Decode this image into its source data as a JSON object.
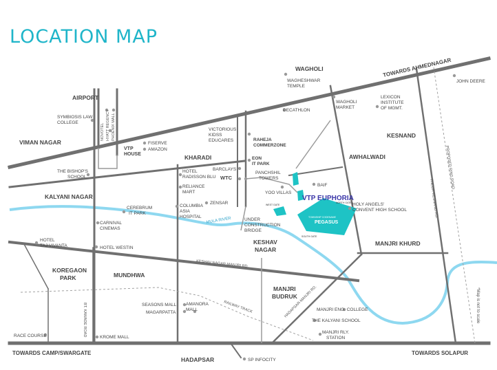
{
  "title": "LOCATION MAP",
  "footnote": "*Map is not to scale",
  "colors": {
    "road": "#707070",
    "river": "#8ed8f0",
    "project": "#1ec3c5",
    "title": "#1fb5c9",
    "highlight": "#3a36a8",
    "label": "#444444"
  },
  "areas": [
    {
      "id": "wagholi",
      "text": "WAGHOLI"
    },
    {
      "id": "airport",
      "text": "AIRPORT"
    },
    {
      "id": "viman-nagar",
      "text": "VIMAN NAGAR"
    },
    {
      "id": "kharadi",
      "text": "KHARADI"
    },
    {
      "id": "kalyani-nagar",
      "text": "KALYANI NAGAR"
    },
    {
      "id": "kesnand",
      "text": "KESNAND"
    },
    {
      "id": "awhalwadi",
      "text": "AWHALWADI"
    },
    {
      "id": "keshav-nagar-1",
      "text": "KESHAV"
    },
    {
      "id": "keshav-nagar-2",
      "text": "NAGAR"
    },
    {
      "id": "manjri-khurd",
      "text": "MANJRI KHURD"
    },
    {
      "id": "koregaon-1",
      "text": "KOREGAON"
    },
    {
      "id": "koregaon-2",
      "text": "PARK"
    },
    {
      "id": "mundhwa",
      "text": "MUNDHWA"
    },
    {
      "id": "manjri-budruk-1",
      "text": "MANJRI"
    },
    {
      "id": "manjri-budruk-2",
      "text": "BUDRUK"
    },
    {
      "id": "hadapsar",
      "text": "HADAPSAR"
    },
    {
      "id": "towards-ahmednagar",
      "text": "TOWARDS AHMEDNAGAR"
    },
    {
      "id": "towards-camp",
      "text": "TOWARDS CAMP/SWARGATE"
    },
    {
      "id": "towards-solapur",
      "text": "TOWARDS SOLAPUR"
    }
  ],
  "landmarks": [
    {
      "id": "wagheshwar-1",
      "text": "WAGHESHWAR"
    },
    {
      "id": "wagheshwar-2",
      "text": "TEMPLE"
    },
    {
      "id": "wagholi-market-1",
      "text": "WAGHOLI"
    },
    {
      "id": "wagholi-market-2",
      "text": "MARKET"
    },
    {
      "id": "decathlon",
      "text": "DECATHLON"
    },
    {
      "id": "lexicon-1",
      "text": "LEXICON"
    },
    {
      "id": "lexicon-2",
      "text": "INSTITUTE"
    },
    {
      "id": "lexicon-3",
      "text": "OF MGMT."
    },
    {
      "id": "john-deere",
      "text": "JOHN DEERE"
    },
    {
      "id": "symbiosis-1",
      "text": "SYMBIOSIS LAW"
    },
    {
      "id": "symbiosis-2",
      "text": "COLLEGE"
    },
    {
      "id": "fiserve",
      "text": "FISERVE"
    },
    {
      "id": "amazon",
      "text": "AMAZON"
    },
    {
      "id": "vtp-house-1",
      "text": "VTP"
    },
    {
      "id": "vtp-house-2",
      "text": "HOUSE"
    },
    {
      "id": "victorious-1",
      "text": "VICTORIOUS"
    },
    {
      "id": "victorious-2",
      "text": "KIDSS"
    },
    {
      "id": "victorious-3",
      "text": "EDUCARES"
    },
    {
      "id": "raheja-1",
      "text": "RAHEJA"
    },
    {
      "id": "raheja-2",
      "text": "COMMERZONE"
    },
    {
      "id": "eon-1",
      "text": "EON"
    },
    {
      "id": "eon-2",
      "text": "IT PARK"
    },
    {
      "id": "panchshil-1",
      "text": "PANCHSHIL"
    },
    {
      "id": "panchshil-2",
      "text": "TOWERS"
    },
    {
      "id": "barclays",
      "text": "BARCLAYS"
    },
    {
      "id": "wtc",
      "text": "WTC"
    },
    {
      "id": "bishops-1",
      "text": "THE BISHOP'S"
    },
    {
      "id": "bishops-2",
      "text": "SCHOOL"
    },
    {
      "id": "radisson-1",
      "text": "HOTEL"
    },
    {
      "id": "radisson-2",
      "text": "RADISSON BLU"
    },
    {
      "id": "reliance-1",
      "text": "RELIANCE"
    },
    {
      "id": "reliance-2",
      "text": "MART"
    },
    {
      "id": "yoo-villas",
      "text": "YOO VILLAS"
    },
    {
      "id": "baif",
      "text": "BAIF"
    },
    {
      "id": "cerebrum-1",
      "text": "CEREBRUM"
    },
    {
      "id": "cerebrum-2",
      "text": "IT PARK"
    },
    {
      "id": "carnival-1",
      "text": "CARNIVAL"
    },
    {
      "id": "carnival-2",
      "text": "CINEMAS"
    },
    {
      "id": "columbia-1",
      "text": "COLUMBIA"
    },
    {
      "id": "columbia-2",
      "text": "ASIA"
    },
    {
      "id": "columbia-3",
      "text": "HOSPITAL"
    },
    {
      "id": "zensar",
      "text": "ZENSAR"
    },
    {
      "id": "under-const-1",
      "text": "UNDER"
    },
    {
      "id": "under-const-2",
      "text": "CONSTRUCTION"
    },
    {
      "id": "under-const-3",
      "text": "BRIDGE"
    },
    {
      "id": "holy-angels-1",
      "text": "HOLY ANGELS'"
    },
    {
      "id": "holy-angels-2",
      "text": "CONVENT HIGH SCHOOL"
    },
    {
      "id": "hotel-westin",
      "text": "HOTEL WESTIN"
    },
    {
      "id": "taj-1",
      "text": "HOTEL"
    },
    {
      "id": "taj-2",
      "text": "TAJ VIVANTA"
    },
    {
      "id": "seasons-mall",
      "text": "SEASONS MALL"
    },
    {
      "id": "magarpatta",
      "text": "MAGARPATTA"
    },
    {
      "id": "amanora-1",
      "text": "AMANORA"
    },
    {
      "id": "amanora-2",
      "text": "MALL"
    },
    {
      "id": "manjri-eng",
      "text": "MANJRI ENG. COLLEGE"
    },
    {
      "id": "kalyani-school",
      "text": "THE KALYANI SCHOOL"
    },
    {
      "id": "manjri-rly-1",
      "text": "MANJRI RLY."
    },
    {
      "id": "manjri-rly-2",
      "text": "STATION"
    },
    {
      "id": "race-course",
      "text": "RACE COURSE"
    },
    {
      "id": "krome-mall",
      "text": "KROME MALL"
    },
    {
      "id": "sp-infocity",
      "text": "SP INFOCITY"
    }
  ],
  "rotated_labels": [
    {
      "id": "novotel",
      "text": "NOVOTEL"
    },
    {
      "id": "hyatt",
      "text": "HYATT REGENCY"
    },
    {
      "id": "phoenix",
      "text": "PHOENIX MALL"
    },
    {
      "id": "mula-river",
      "text": "MULA RIVER"
    },
    {
      "id": "keshav-road",
      "text": "KESHAV NAGAR-MANJRI RD."
    },
    {
      "id": "railway-track",
      "text": "RAILWAY TRACK"
    },
    {
      "id": "hadapsar-road",
      "text": "HADAPSAR-MANJRI RD."
    },
    {
      "id": "bt-kawade",
      "text": "BT. KAWADE ROAD"
    },
    {
      "id": "thur-kesnand",
      "text": "THEUR-KESNAND RD."
    },
    {
      "id": "proposed-ring",
      "text": "PROPOSED RING ROAD"
    }
  ],
  "project": {
    "name": "VTP EUPHORIA",
    "pegasus_top": "TOWNSHIP CODENAME",
    "pegasus": "PEGASUS",
    "west_gate": "WEST GATE",
    "north_gate": "NORTH GATE",
    "south_gate": "SOUTH GATE",
    "small_gate_1": "WEST",
    "small_gate_2": "GATE"
  }
}
